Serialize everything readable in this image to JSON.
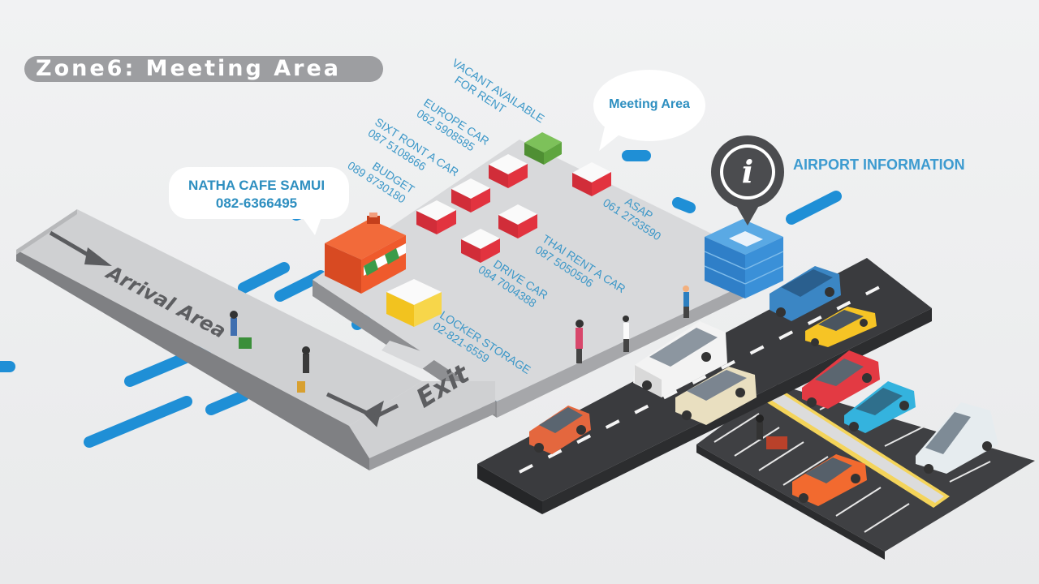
{
  "zone_title": "Zone6: Meeting Area",
  "callouts": {
    "cafe_name": "NATHA CAFE SAMUI",
    "cafe_phone": "082-6366495",
    "meeting": "Meeting Area"
  },
  "airport_info": "AIRPORT INFORMATION",
  "info_symbol": "i",
  "areas": {
    "arrival": "Arrival Area",
    "exit": "Exit"
  },
  "counters": [
    {
      "name": "VACANT AVAILABLE",
      "line2": "FOR RENT",
      "phone": ""
    },
    {
      "name": "EUROPE CAR",
      "line2": "",
      "phone": "062 5908585"
    },
    {
      "name": "SIXT RONT A CAR",
      "line2": "",
      "phone": "087 5108666"
    },
    {
      "name": "BUDGET",
      "line2": "",
      "phone": "089 8730180"
    },
    {
      "name": "ASAP",
      "line2": "",
      "phone": "061 2733590"
    },
    {
      "name": "THAI RENT A CAR",
      "line2": "",
      "phone": "087 5050506"
    },
    {
      "name": "DRIVE CAR",
      "line2": "",
      "phone": "084 7004388"
    },
    {
      "name": "LOCKER STORAGE",
      "line2": "",
      "phone": "02-821-6559"
    }
  ],
  "colors": {
    "label_blue": "#3b97c8",
    "floor": "#d6d7d9",
    "road": "#3a3b3e",
    "counter_red": "#e2333f",
    "vacant_green": "#5fa53f",
    "locker_yellow": "#f6cf2b",
    "cafe_orange": "#ef5a2c",
    "info_dark": "#4b4c4f"
  },
  "icons": [
    "info-pin-icon",
    "arrow-right-icon",
    "cafe-shop-icon",
    "information-building-icon"
  ]
}
